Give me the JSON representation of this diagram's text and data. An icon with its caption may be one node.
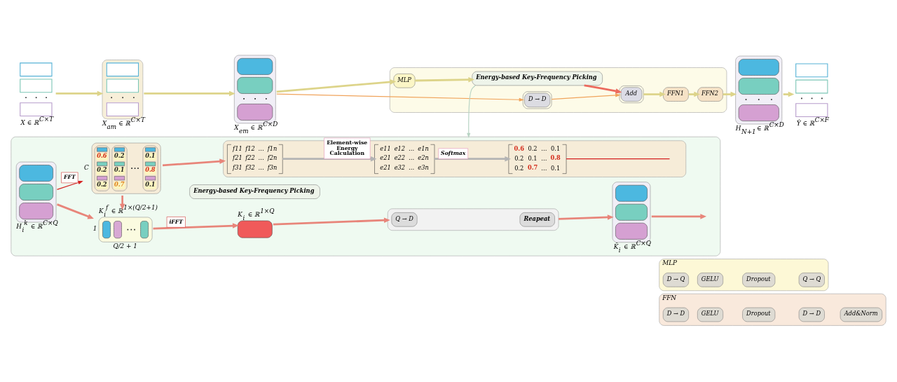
{
  "diagram": {
    "nodes": [
      {
        "text": [],
        "shape": "picture",
        "beside": [
          "X ∈ ℝ$^{C×T}$"
        ]
      },
      {
        "text": [],
        "shape": "picture",
        "beside": [
          "X$_{am}$ ∈ ℝ$^{C×T}$"
        ]
      },
      {
        "text": [],
        "shape": "box",
        "beside": [
          "X$_{em}$ ∈ ℝ$^{C×D}$"
        ]
      },
      {
        "text": [],
        "shape": "box"
      },
      {
        "text": [
          "MLP"
        ],
        "in": 3
      },
      {
        "text": [
          "Energy-based Key-Frequency Picking"
        ],
        "in": 3
      },
      {
        "text": [
          "Add"
        ],
        "in": 3
      },
      {
        "text": [
          "FFN1"
        ],
        "in": 3
      },
      {
        "text": [
          "FFN2"
        ],
        "in": 3
      },
      {
        "text": [
          "D → D"
        ],
        "in": 3
      },
      {
        "text": [],
        "shape": "box",
        "beside": [
          "H$_{N+1}$ ∈ ℝ$^{C×D}$"
        ]
      },
      {
        "text": [],
        "shape": "picture",
        "beside": [
          "Ŷ ∈ ℝ$^{C×F}$"
        ]
      },
      {
        "text": [],
        "shape": "box"
      },
      {
        "text": [
          "Energy-based Key-Frequency Picking"
        ],
        "in": 12
      },
      {
        "text": [],
        "shape": "box",
        "in": 12,
        "beside": [
          "H$_{i}$$^{k}$ ∈ ℝ$^{C×Q}$"
        ]
      },
      {
        "text": [],
        "shape": "box",
        "in": 12,
        "beside": [
          "K$_{i}$$^{f}$ ∈ ℝ$^{1×(Q/2+1)}$",
          "1",
          "Q/2 + 1"
        ]
      },
      {
        "text": [],
        "shape": "box",
        "in": 12,
        "beside": [
          "K$_{i}$ ∈ ℝ$^{1×Q}$"
        ]
      },
      {
        "text": [],
        "shape": "box",
        "in": 12
      },
      {
        "text": [
          "Q → D"
        ],
        "in": 17
      },
      {
        "text": [
          "Reapeat"
        ],
        "in": 17
      },
      {
        "text": [],
        "shape": "box",
        "in": 12,
        "beside": [
          "K̂$_{i}$ ∈ ℝ$^{C×Q}$"
        ]
      },
      {
        "text": [
          "0.6",
          "0.2",
          "0.1",
          "0.2",
          "0.1",
          "0.8",
          "0.2",
          "0.7",
          "0.1"
        ],
        "in": 12,
        "beside": [
          "C"
        ]
      },
      {
        "text": [],
        "shape": "box",
        "in": 12
      },
      {
        "text": [
          "f11",
          "f12",
          "…",
          "f1n",
          "f21",
          "f22",
          "…",
          "f2n",
          "f31",
          "f32",
          "…",
          "f3n"
        ],
        "in": 22
      },
      {
        "text": [
          "e11",
          "e12",
          "…",
          "e1n",
          "e21",
          "e22",
          "…",
          "e2n",
          "e21",
          "e32",
          "…",
          "e3n"
        ],
        "in": 22
      },
      {
        "text": [
          "0.6",
          "0.2",
          "…",
          "0.1",
          "0.2",
          "0.1",
          "…",
          "0.8",
          "0.2",
          "0.7",
          "…",
          "0.1"
        ],
        "in": 22
      },
      {
        "text": [
          "MLP"
        ]
      },
      {
        "text": [
          "D → Q"
        ],
        "in": 26
      },
      {
        "text": [
          "GELU"
        ],
        "in": 26
      },
      {
        "text": [
          "Dropout"
        ],
        "in": 26
      },
      {
        "text": [
          "Q → Q"
        ],
        "in": 26
      },
      {
        "text": [
          "FFN"
        ]
      },
      {
        "text": [
          "D → D"
        ],
        "in": 31
      },
      {
        "text": [
          "GELU"
        ],
        "in": 31
      },
      {
        "text": [
          "Dropout"
        ],
        "in": 31
      },
      {
        "text": [
          "D → D"
        ],
        "in": 31
      },
      {
        "text": [
          "Add&Norm"
        ],
        "in": 31
      }
    ],
    "edges": [
      {
        "from": 0,
        "to": 1,
        "arrow": "to"
      },
      {
        "from": 1,
        "to": 2,
        "arrow": "to"
      },
      {
        "from": 2,
        "to": 4,
        "arrow": "to"
      },
      {
        "from": 4,
        "to": 5,
        "arrow": "to"
      },
      {
        "from": 5,
        "to": 6,
        "arrow": "to",
        "color": "#ec6a5e"
      },
      {
        "from": 6,
        "to": 7,
        "arrow": "to"
      },
      {
        "from": 7,
        "to": 8,
        "arrow": "to"
      },
      {
        "from": 8,
        "to": 10,
        "arrow": "to"
      },
      {
        "from": 10,
        "to": 11,
        "arrow": "to"
      },
      {
        "from": 2,
        "to": 9,
        "arrow": "to",
        "color": "#f0a45c"
      },
      {
        "from": 9,
        "to": 6,
        "arrow": "to",
        "color": "#f0a45c"
      },
      {
        "from": 5,
        "to": 12,
        "arrow": "to",
        "color": "#b8d4c4"
      },
      {
        "from": 14,
        "to": 15,
        "arrow": "to",
        "color": "#e8857a"
      },
      {
        "from": 15,
        "to": 16,
        "arrow": "to",
        "color": "#e8857a",
        "label": "iFFT"
      },
      {
        "from": 16,
        "to": 17,
        "arrow": "to",
        "color": "#e8857a"
      },
      {
        "from": 17,
        "to": 20,
        "arrow": "to",
        "color": "#e8857a"
      },
      {
        "from": 20,
        "to": null,
        "arrow": "to",
        "color": "#e8857a"
      },
      {
        "from": 14,
        "to": 21,
        "arrow": "to",
        "color": "#d42020",
        "label": "FFT"
      },
      {
        "from": 21,
        "to": 15,
        "arrow": "to",
        "color": "#e8857a"
      },
      {
        "from": 21,
        "to": 22,
        "arrow": "to",
        "color": "#e8857a"
      },
      {
        "from": 23,
        "to": 24,
        "arrow": "to",
        "color": "#b4b4b4",
        "label": "Element-wise Energy Calculation"
      },
      {
        "from": 24,
        "to": 25,
        "arrow": "to",
        "color": "#b4b4b4",
        "label": "Softmax"
      },
      {
        "from": 25,
        "to": null,
        "arrow": "none",
        "color": "#d42020"
      }
    ]
  }
}
